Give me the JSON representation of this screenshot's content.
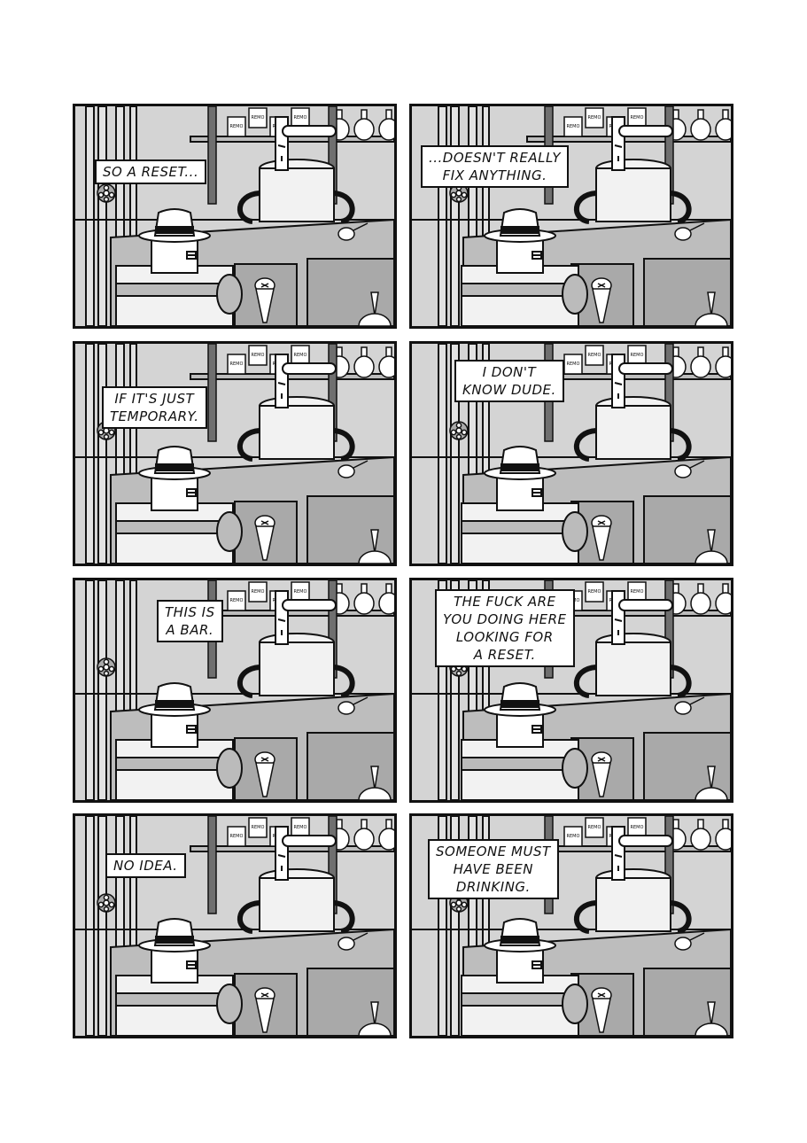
{
  "panels": [
    {
      "caption": "SO A RESET...",
      "speaker": "hat-robot"
    },
    {
      "caption": "...DOESN'T REALLY\nFIX ANYTHING.",
      "speaker": "hat-robot"
    },
    {
      "caption": "IF IT'S JUST\nTEMPORARY.",
      "speaker": "hat-robot"
    },
    {
      "caption": "I DON'T\nKNOW DUDE.",
      "speaker": "bartender-robot"
    },
    {
      "caption": "THIS IS\nA BAR.",
      "speaker": "bartender-robot"
    },
    {
      "caption": "THE FUCK ARE\nYOU DOING HERE\nLOOKING FOR\nA RESET.",
      "speaker": "bartender-robot"
    },
    {
      "caption": "NO IDEA.",
      "speaker": "hat-robot"
    },
    {
      "caption": "SOMEONE MUST\nHAVE BEEN\nDRINKING.",
      "speaker": "hat-robot"
    }
  ],
  "props": {
    "can_label": "REMO",
    "icons": [
      "fedora-icon",
      "screw-icon",
      "oil-can-icon",
      "drill-bit-icon",
      "valve-icon",
      "bottle-icon"
    ]
  },
  "colors": {
    "ink": "#111111",
    "background": "#ffffff",
    "wall": "#d4d4d4",
    "bar": "#bdbdbd",
    "shadow": "#8a8a8a",
    "robot_body": "#f2f2f2"
  }
}
